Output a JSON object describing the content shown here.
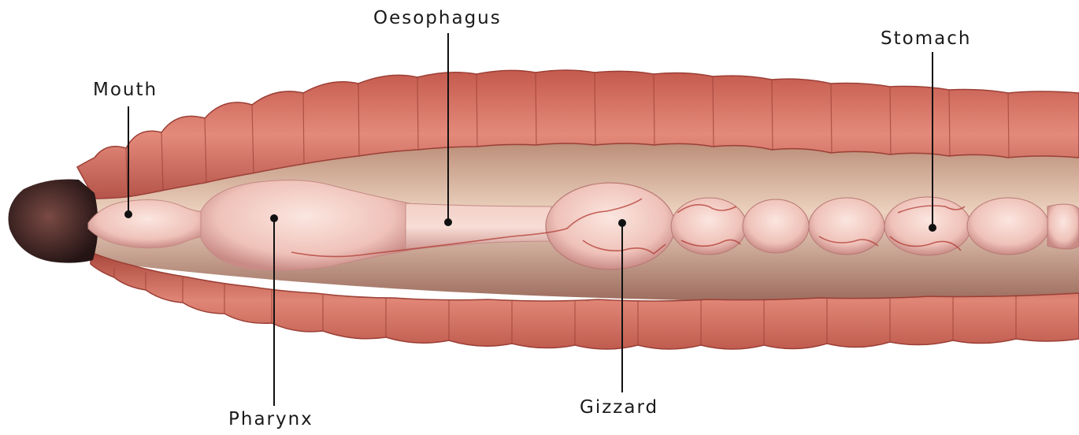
{
  "labels": {
    "mouth": "Mouth",
    "oesophagus": "Oesophagus",
    "stomach": "Stomach",
    "pharynx": "Pharynx",
    "gizzard": "Gizzard"
  },
  "colors": {
    "body_wall": "#d9786a",
    "body_wall_dark": "#a8473d",
    "cavity": "#e8c9b4",
    "gut": "#f3cfc6",
    "gut_shadow": "#c98e8a",
    "vessel": "#b23a33",
    "tip": "#3a2020",
    "leader": "#111111"
  }
}
